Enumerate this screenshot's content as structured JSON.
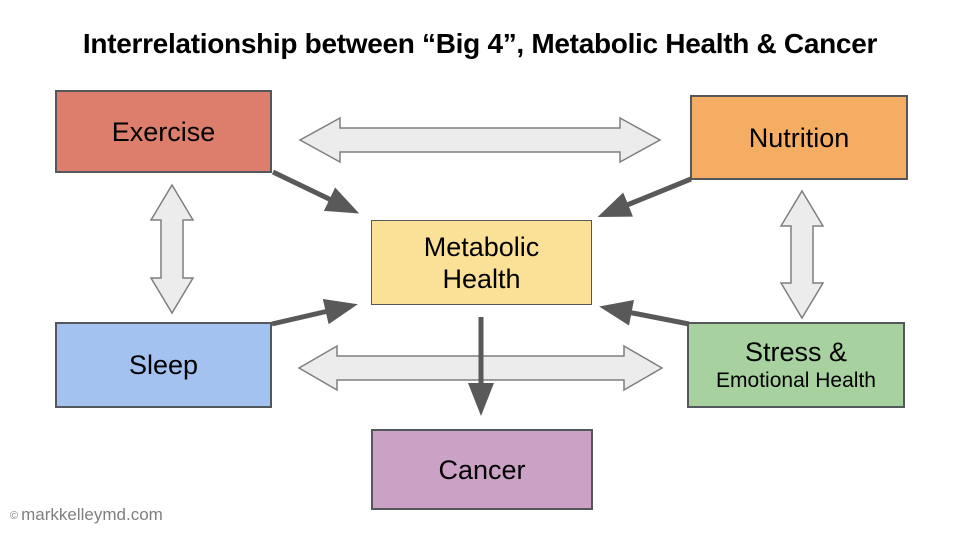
{
  "title": "Interrelationship between “Big 4”, Metabolic Health & Cancer",
  "watermark": {
    "symbol": "©",
    "text": "markkelleymd.com"
  },
  "nodes": {
    "exercise": {
      "label": "Exercise",
      "fill": "#DC7E6B"
    },
    "nutrition": {
      "label": "Nutrition",
      "fill": "#F5AD63"
    },
    "metabolic_health": {
      "line1": "Metabolic",
      "line2": "Health",
      "fill": "#FBE198"
    },
    "sleep": {
      "label": "Sleep",
      "fill": "#A4C2F0"
    },
    "stress": {
      "line1": "Stress &",
      "line2": "Emotional Health",
      "fill": "#A8D1A0"
    },
    "cancer": {
      "label": "Cancer",
      "fill": "#CBA1C5"
    }
  },
  "arrows": {
    "bidirectional_fill": "#ECECEC",
    "bidirectional_stroke": "#7F7F7F",
    "directional_color": "#595959",
    "bidirectional": [
      {
        "between": "exercise-nutrition",
        "orientation": "horizontal"
      },
      {
        "between": "sleep-stress",
        "orientation": "horizontal"
      },
      {
        "between": "exercise-sleep",
        "orientation": "vertical"
      },
      {
        "between": "nutrition-stress",
        "orientation": "vertical"
      }
    ],
    "directional": [
      {
        "from": "exercise",
        "to": "metabolic_health"
      },
      {
        "from": "nutrition",
        "to": "metabolic_health"
      },
      {
        "from": "sleep",
        "to": "metabolic_health"
      },
      {
        "from": "stress",
        "to": "metabolic_health"
      },
      {
        "from": "metabolic_health",
        "to": "cancer"
      }
    ]
  }
}
